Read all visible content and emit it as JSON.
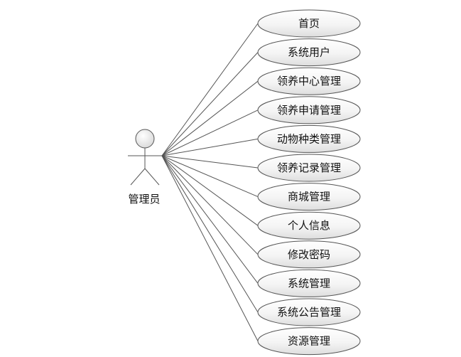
{
  "actor": {
    "label": "管理员"
  },
  "use_cases": [
    {
      "label": "首页"
    },
    {
      "label": "系统用户"
    },
    {
      "label": "领养中心管理"
    },
    {
      "label": "领养申请管理"
    },
    {
      "label": "动物种类管理"
    },
    {
      "label": "领养记录管理"
    },
    {
      "label": "商城管理"
    },
    {
      "label": "个人信息"
    },
    {
      "label": "修改密码"
    },
    {
      "label": "系统管理"
    },
    {
      "label": "系统公告管理"
    },
    {
      "label": "资源管理"
    }
  ],
  "colors": {
    "stroke": "#555555",
    "ellipse_fill_top": "#ffffff",
    "ellipse_fill_bottom": "#e2e2e2",
    "text": "#111111"
  }
}
